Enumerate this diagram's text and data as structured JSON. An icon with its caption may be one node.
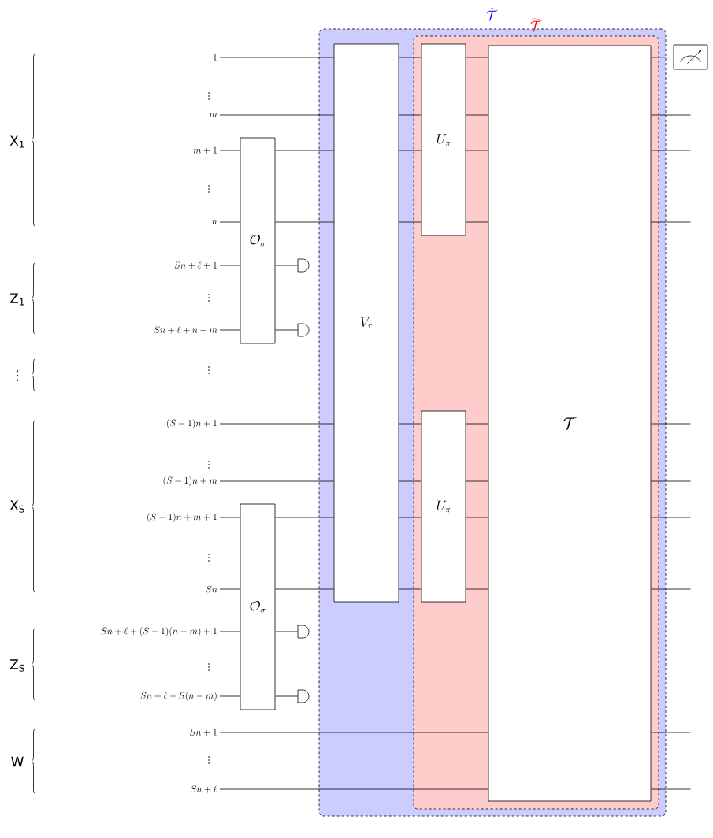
{
  "diagram": {
    "nodes": [
      {
        "text": [
          "\\widehat{\\mathcal{T}}"
        ]
      },
      {
        "text": [
          "\\widetilde{\\mathcal{T}}"
        ],
        "in": 0
      },
      {
        "text": [
          "1"
        ]
      },
      {
        "text": [
          "m"
        ]
      },
      {
        "text": [
          "m+1"
        ]
      },
      {
        "text": [
          "n"
        ]
      },
      {
        "text": [
          "Sn+\\ell+1"
        ]
      },
      {
        "text": [
          "Sn+\\ell+n-m"
        ]
      },
      {
        "text": [
          "(S-1)n+1"
        ]
      },
      {
        "text": [
          "(S-1)n+m"
        ]
      },
      {
        "text": [
          "(S-1)n+m+1"
        ]
      },
      {
        "text": [
          "Sn"
        ]
      },
      {
        "text": [
          "Sn+\\ell+(S-1)(n-m)+1"
        ]
      },
      {
        "text": [
          "Sn+\\ell+S(n-m)"
        ]
      },
      {
        "text": [
          "Sn+1"
        ]
      },
      {
        "text": [
          "Sn+\\ell"
        ]
      },
      {
        "text": [
          "\\mathcal{O}_\\sigma"
        ]
      },
      {
        "text": [
          "\\mathcal{O}_\\sigma"
        ]
      },
      {
        "text": [
          "V_\\tau"
        ],
        "in": 0
      },
      {
        "text": [
          "U_\\pi"
        ],
        "in": 1
      },
      {
        "text": [
          "U_\\pi"
        ],
        "in": 1
      },
      {
        "text": [
          "\\mathcal{T}"
        ],
        "in": 1
      },
      {
        "text": [],
        "shape": "meter"
      },
      {
        "text": [],
        "shape": "semicircle"
      },
      {
        "text": [],
        "shape": "semicircle"
      },
      {
        "text": [],
        "shape": "semicircle"
      },
      {
        "text": [],
        "shape": "semicircle"
      }
    ],
    "edges": [
      {
        "from": 2,
        "to": 18,
        "arrow": "none"
      },
      {
        "from": 18,
        "to": 19,
        "arrow": "none"
      },
      {
        "from": 19,
        "to": 21,
        "arrow": "none"
      },
      {
        "from": 21,
        "to": 22,
        "arrow": "none"
      },
      {
        "from": 3,
        "to": 18,
        "arrow": "none"
      },
      {
        "from": 18,
        "to": 19,
        "arrow": "none"
      },
      {
        "from": 19,
        "to": 21,
        "arrow": "none"
      },
      {
        "from": 21,
        "to": null,
        "arrow": "none"
      },
      {
        "from": 4,
        "to": 16,
        "arrow": "none"
      },
      {
        "from": 16,
        "to": 18,
        "arrow": "none"
      },
      {
        "from": 18,
        "to": 19,
        "arrow": "none"
      },
      {
        "from": 19,
        "to": 21,
        "arrow": "none"
      },
      {
        "from": 21,
        "to": null,
        "arrow": "none"
      },
      {
        "from": 5,
        "to": 16,
        "arrow": "none"
      },
      {
        "from": 16,
        "to": 18,
        "arrow": "none"
      },
      {
        "from": 18,
        "to": 19,
        "arrow": "none"
      },
      {
        "from": 19,
        "to": 21,
        "arrow": "none"
      },
      {
        "from": 21,
        "to": null,
        "arrow": "none"
      },
      {
        "from": 6,
        "to": 16,
        "arrow": "none"
      },
      {
        "from": 16,
        "to": 23,
        "arrow": "none"
      },
      {
        "from": 7,
        "to": 16,
        "arrow": "none"
      },
      {
        "from": 16,
        "to": 24,
        "arrow": "none"
      },
      {
        "from": 8,
        "to": 18,
        "arrow": "none"
      },
      {
        "from": 18,
        "to": 20,
        "arrow": "none"
      },
      {
        "from": 20,
        "to": 21,
        "arrow": "none"
      },
      {
        "from": 21,
        "to": null,
        "arrow": "none"
      },
      {
        "from": 9,
        "to": 18,
        "arrow": "none"
      },
      {
        "from": 18,
        "to": 20,
        "arrow": "none"
      },
      {
        "from": 20,
        "to": 21,
        "arrow": "none"
      },
      {
        "from": 21,
        "to": null,
        "arrow": "none"
      },
      {
        "from": 10,
        "to": 17,
        "arrow": "none"
      },
      {
        "from": 17,
        "to": 18,
        "arrow": "none"
      },
      {
        "from": 18,
        "to": 20,
        "arrow": "none"
      },
      {
        "from": 20,
        "to": 21,
        "arrow": "none"
      },
      {
        "from": 21,
        "to": null,
        "arrow": "none"
      },
      {
        "from": 11,
        "to": 17,
        "arrow": "none"
      },
      {
        "from": 17,
        "to": 18,
        "arrow": "none"
      },
      {
        "from": 18,
        "to": 20,
        "arrow": "none"
      },
      {
        "from": 20,
        "to": 21,
        "arrow": "none"
      },
      {
        "from": 21,
        "to": null,
        "arrow": "none"
      },
      {
        "from": 12,
        "to": 17,
        "arrow": "none"
      },
      {
        "from": 17,
        "to": 25,
        "arrow": "none"
      },
      {
        "from": 13,
        "to": 17,
        "arrow": "none"
      },
      {
        "from": 17,
        "to": 26,
        "arrow": "none"
      },
      {
        "from": 14,
        "to": 21,
        "arrow": "none"
      },
      {
        "from": 21,
        "to": null,
        "arrow": "none"
      },
      {
        "from": 15,
        "to": 21,
        "arrow": "none"
      },
      {
        "from": 21,
        "to": null,
        "arrow": "none"
      }
    ],
    "labels": [
      "X$_{1}$",
      "⋮",
      "⋮",
      "Z$_{1}$",
      "⋮",
      "⋮",
      "⋮",
      "X$_{S}$",
      "⋮",
      "⋮",
      "Z$_{S}$",
      "⋮",
      "W",
      "⋮"
    ]
  }
}
